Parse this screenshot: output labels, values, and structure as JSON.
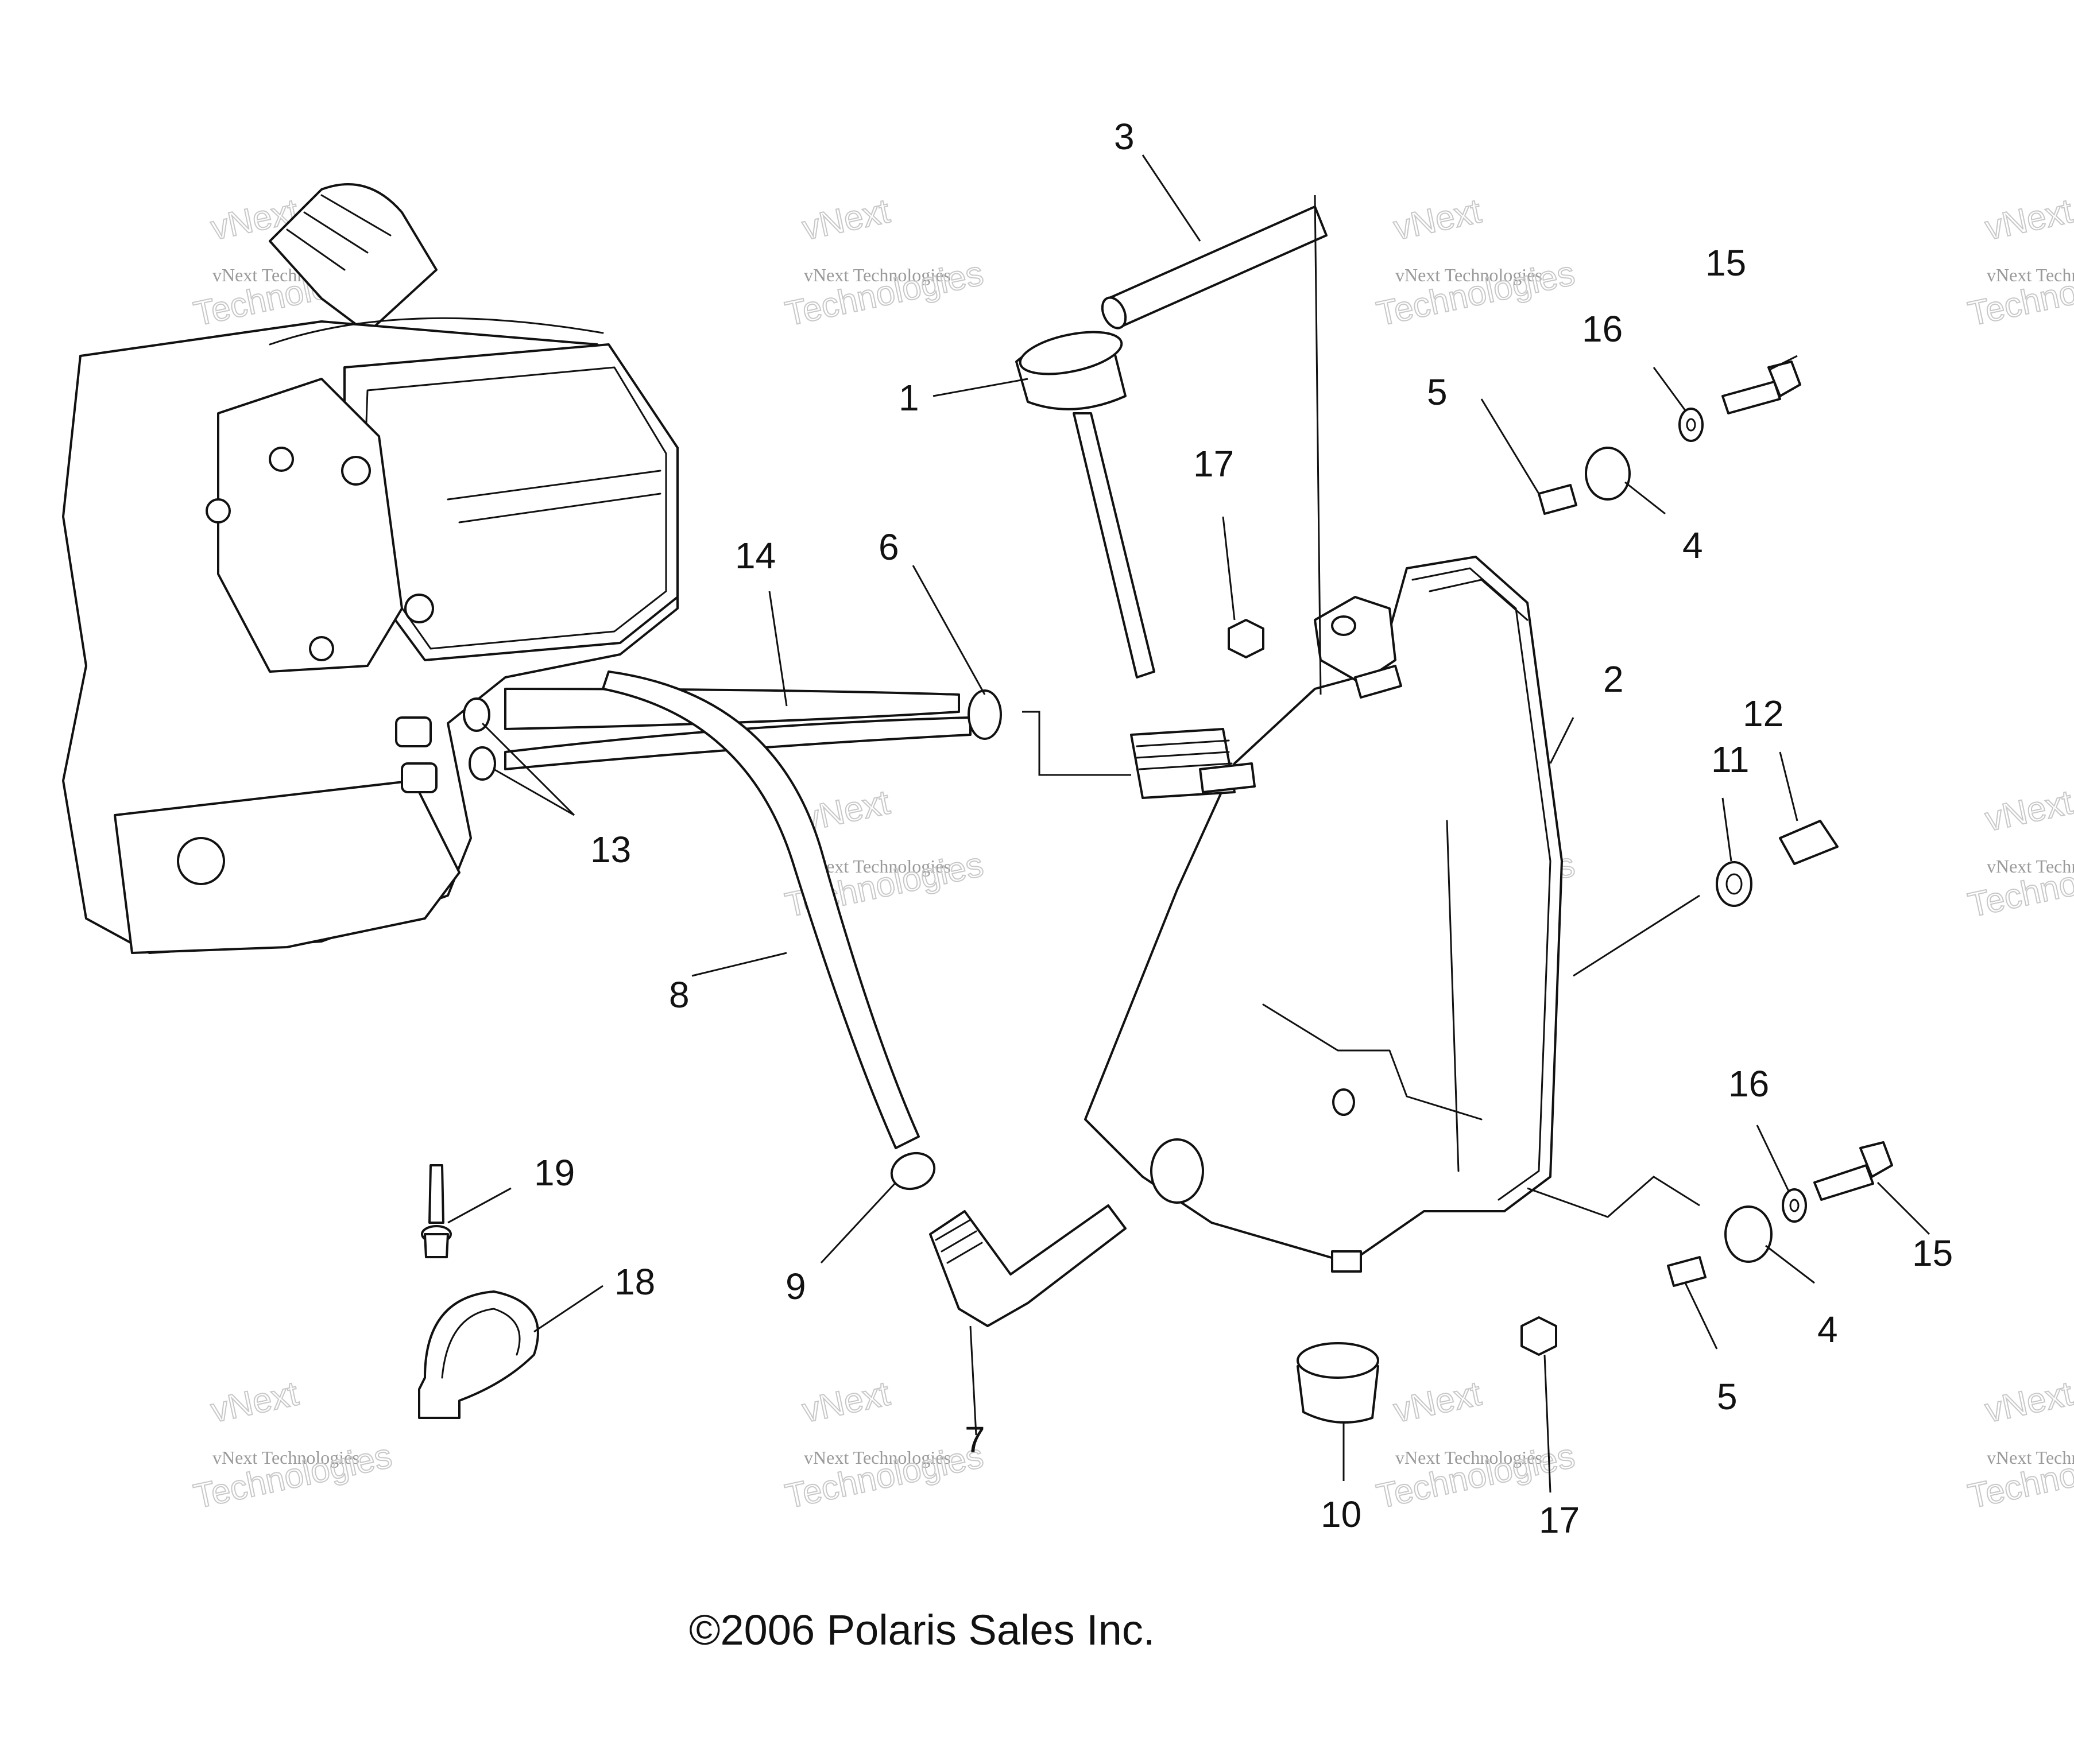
{
  "callouts": {
    "c1": "1",
    "c2": "2",
    "c3": "3",
    "c4a": "4",
    "c4b": "4",
    "c5a": "5",
    "c5b": "5",
    "c6": "6",
    "c7": "7",
    "c8": "8",
    "c9": "9",
    "c10": "10",
    "c11": "11",
    "c12": "12",
    "c13": "13",
    "c14": "14",
    "c15a": "15",
    "c15b": "15",
    "c16a": "16",
    "c16b": "16",
    "c17a": "17",
    "c17b": "17",
    "c18": "18",
    "c19": "19"
  },
  "watermark": {
    "line1": "vNext Technologies",
    "line2": "vNext",
    "line3": "Technologies"
  },
  "copyright": "©2006 Polaris Sales Inc."
}
